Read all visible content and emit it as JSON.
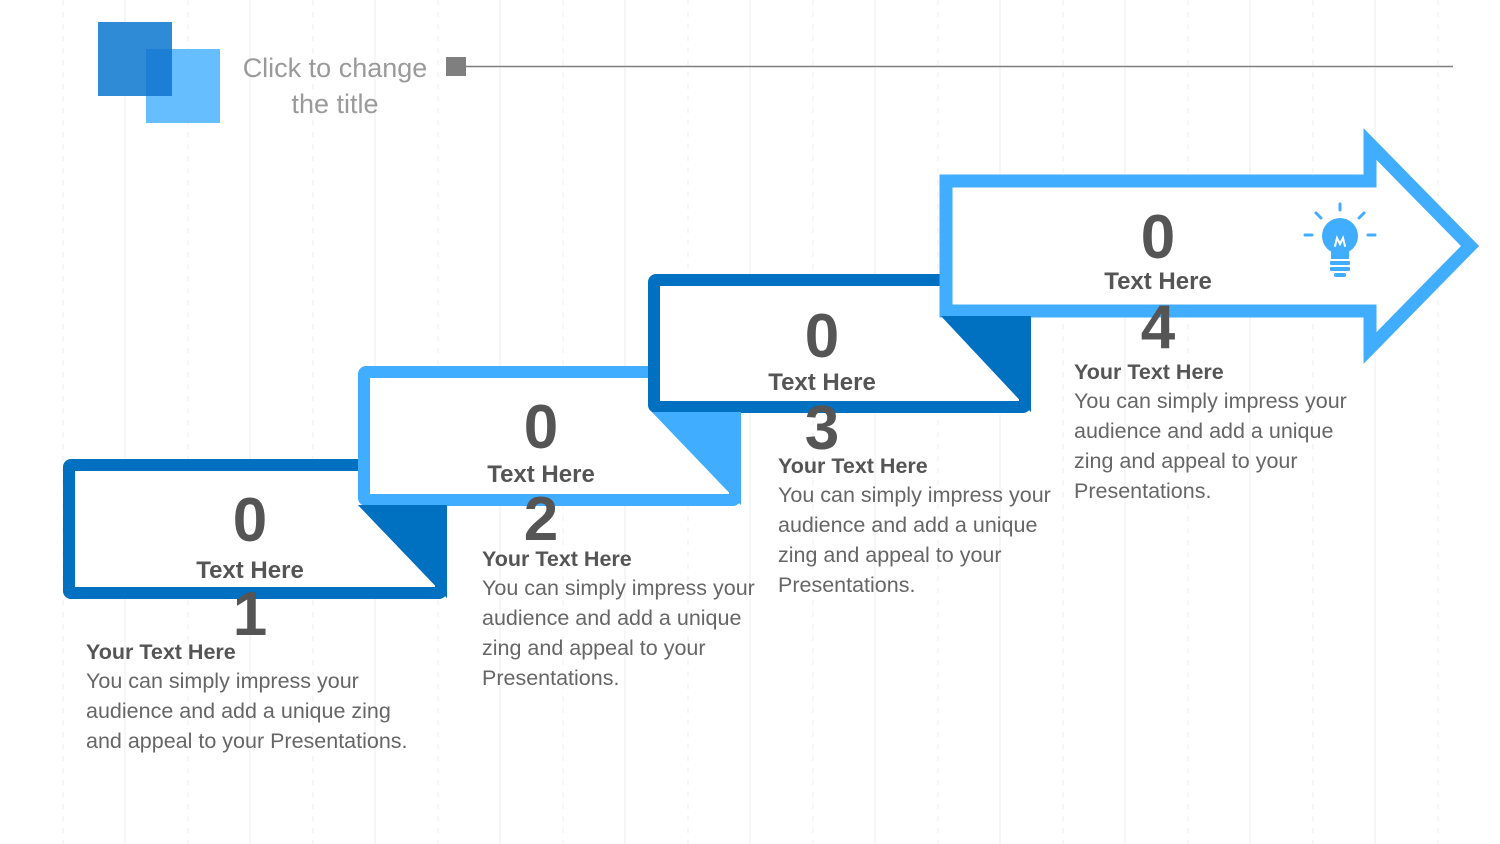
{
  "title": {
    "line1": "Click to change",
    "line2": "the title"
  },
  "steps": [
    {
      "digit_a": "0",
      "digit_b": "1",
      "label": "Text Here",
      "heading": "Your Text Here",
      "body": "You can simply impress your audience and add a unique zing and appeal to your Presentations."
    },
    {
      "digit_a": "0",
      "digit_b": "2",
      "label": "Text Here",
      "heading": "Your Text Here",
      "body": "You can simply impress your audience and add a unique zing and appeal to your Presentations."
    },
    {
      "digit_a": "0",
      "digit_b": "3",
      "label": "Text Here",
      "heading": "Your Text Here",
      "body": "You can simply impress your audience and add a unique zing and appeal to your Presentations."
    },
    {
      "digit_a": "0",
      "digit_b": "4",
      "label": "Text Here",
      "heading": "Your Text Here",
      "body": "You can simply impress your audience and add a unique zing and appeal to your Presentations."
    }
  ],
  "icons": {
    "logo": "overlapping-squares-logo",
    "step4": "lightbulb-icon"
  },
  "colors": {
    "dark_blue": "#0070C0",
    "light_blue": "#41ADFF",
    "logo_dark": "#2F8BD6",
    "logo_light": "#5EBBFF",
    "text": "#555555"
  }
}
